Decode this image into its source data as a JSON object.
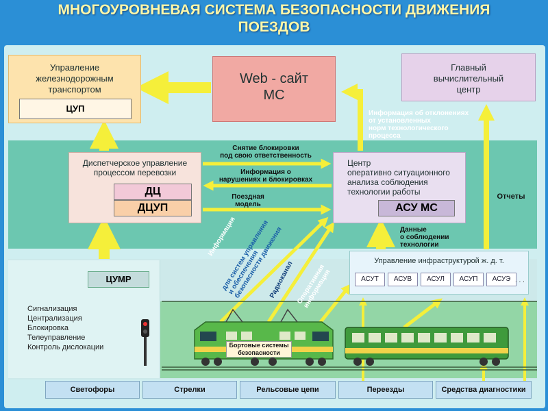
{
  "title": {
    "line1": "МНОГОУРОВНЕВАЯ СИСТЕМА БЕЗОПАСНОСТИ ДВИЖЕНИЯ",
    "line2": "ПОЕЗДОВ"
  },
  "boxes": {
    "uzt": {
      "line1": "Управление",
      "line2": "железнодорожным",
      "line3": "транспортом",
      "sub": "ЦУП"
    },
    "web": {
      "line1": "Web - сайт",
      "line2": "МС"
    },
    "gvc": {
      "line1": "Главный",
      "line2": "вычислительный",
      "line3": "центр"
    },
    "du": {
      "line1": "Диспетчерское управление",
      "line2": "процессом перевозки",
      "sub1": "ДЦ",
      "sub2": "ДЦУП"
    },
    "center": {
      "line1": "Центр",
      "line2": "оперативно ситуационного",
      "line3": "анализа соблюдения",
      "line4": "технологии работы",
      "sub": "АСУ МС"
    },
    "ui": {
      "label": "Управление инфраструктурой ж. д. т.",
      "items": [
        "АСУТ",
        "АСУВ",
        "АСУЛ",
        "АСУП",
        "АСУЭ"
      ],
      "more": ". . ."
    },
    "cumr": "ЦУМР"
  },
  "labels": {
    "unblock": {
      "line1": "Снятие блокировки",
      "line2": "под свою ответственность"
    },
    "violations": {
      "line1": "Информация о",
      "line2": "нарушениях и блокировках"
    },
    "model": {
      "line1": "Поездная",
      "line2": "модель"
    },
    "deviations": {
      "line1": "Информация об отклонениях",
      "line2": "от установленных",
      "line3": "норм технологического",
      "line4": "процесса"
    },
    "reports": "Отчеты",
    "compliance": {
      "line1": "Данные",
      "line2": "о соблюдении",
      "line3": "технологии"
    },
    "info_systems": {
      "line1": "Информация",
      "line2": "для систем управления",
      "line3": "и обеспечения",
      "line4": "безопасности движения"
    },
    "radio": "Радиоканал",
    "operative": {
      "line1": "Оперативная",
      "line2": "информация"
    }
  },
  "signals": [
    "Сигнализация",
    "Централизация",
    "Блокировка",
    "Телеуправление",
    "Контроль дислокации"
  ],
  "onboard": {
    "line1": "Бортовые системы",
    "line2": "безопасности"
  },
  "bottom": [
    "Светофоры",
    "Стрелки",
    "Рельсовые цепи",
    "Переезды",
    "Средства диагностики"
  ],
  "colors": {
    "background": "#2b8fd6",
    "arrow": "#f5ef3a",
    "title": "#fff7a8"
  }
}
